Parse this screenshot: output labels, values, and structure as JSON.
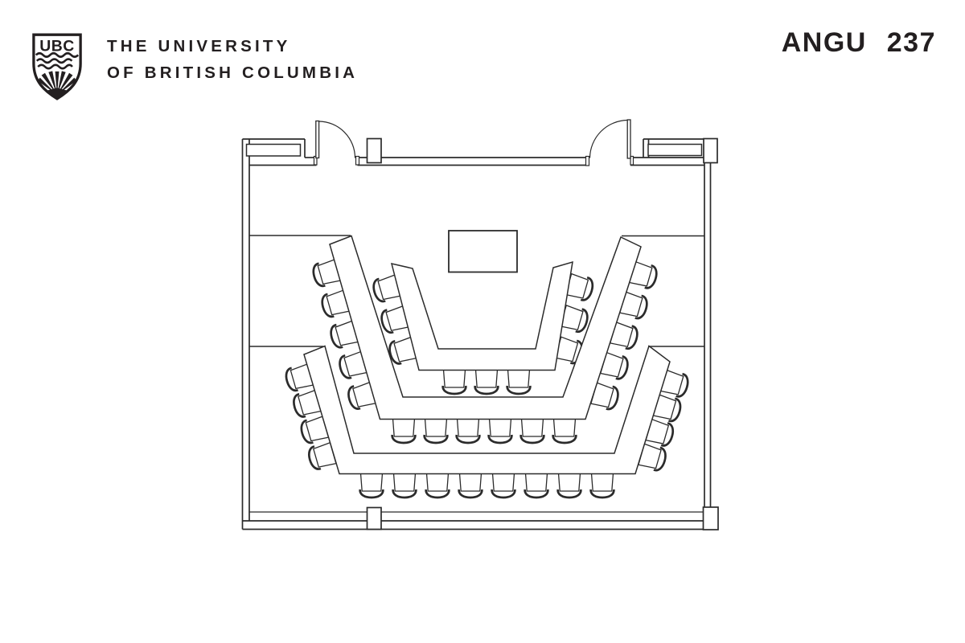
{
  "header": {
    "logo": {
      "name": "ubc-crest",
      "text": "UBC"
    },
    "wordmark_line1": "THE UNIVERSITY",
    "wordmark_line2": "OF BRITISH COLUMBIA",
    "room_label": "ANGU 237"
  },
  "colors": {
    "ink": "#231f20",
    "line": "#2b2b2b",
    "background": "#ffffff"
  },
  "floor_plan": {
    "room_name": "ANGU 237",
    "elements": {
      "doors": 2,
      "wall_cabinets": 2,
      "columns": 4,
      "instructor_tables": 1
    },
    "seating": {
      "total_seats": 41,
      "tiers": [
        {
          "id": "inner",
          "left_arm_seats": 3,
          "right_arm_seats": 3,
          "front_seats": 3
        },
        {
          "id": "middle",
          "left_arm_seats": 5,
          "right_arm_seats": 5,
          "front_seats": 6
        },
        {
          "id": "outer",
          "left_arm_seats": 4,
          "right_arm_seats": 4,
          "front_seats": 8
        }
      ]
    }
  }
}
